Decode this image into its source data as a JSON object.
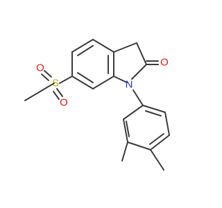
{
  "molecule": {
    "atoms": {
      "sulfur": {
        "symbol": "S",
        "color": "#b8a21a"
      },
      "sulfonyl_oxygen_top": {
        "symbol": "O",
        "color": "#e8190c"
      },
      "sulfonyl_oxygen_bottom": {
        "symbol": "O",
        "color": "#e8190c"
      },
      "carbonyl_oxygen": {
        "symbol": "O",
        "color": "#e8190c"
      },
      "nitrogen": {
        "symbol": "N",
        "color": "#2335d6"
      }
    },
    "bond_color": "#3a3a3a",
    "background": "#ffffff"
  }
}
